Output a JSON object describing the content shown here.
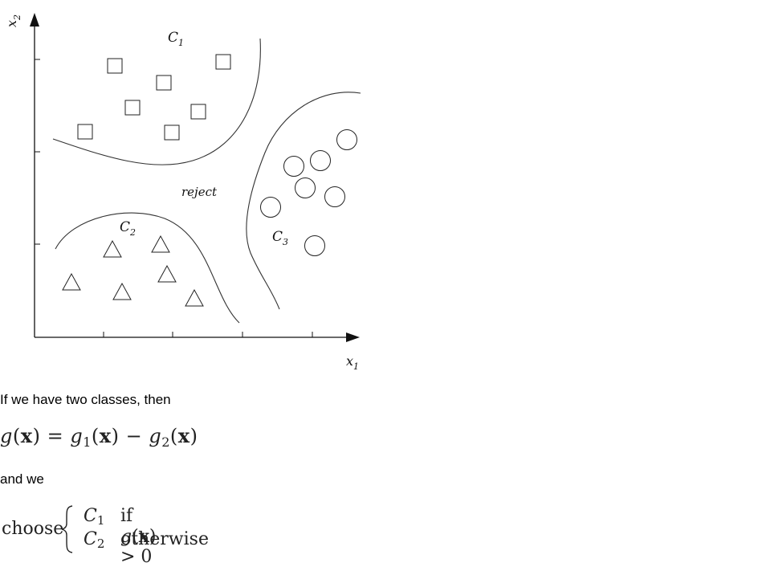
{
  "figure": {
    "x_axis_label": "x",
    "x_axis_sub": "1",
    "y_axis_label": "x",
    "y_axis_sub": "2",
    "class_labels": [
      {
        "name": "C",
        "sub": "1"
      },
      {
        "name": "C",
        "sub": "2"
      },
      {
        "name": "C",
        "sub": "3"
      }
    ],
    "reject_label": "reject"
  },
  "text": {
    "intro": "If we have two classes, then",
    "and_we": "and we"
  },
  "equation": {
    "g": "g",
    "x": "x",
    "g1": "g",
    "g1_sub": "1",
    "g2": "g",
    "g2_sub": "2",
    "equals": "=",
    "minus": "−"
  },
  "decision": {
    "choose": "choose",
    "case1_class": "C",
    "case1_sub": "1",
    "case1_condition_prefix": "if ",
    "case1_condition_g": "g",
    "case1_condition_x": "x",
    "case1_condition_suffix": " > 0",
    "case2_class": "C",
    "case2_sub": "2",
    "case2_condition": "otherwise"
  }
}
